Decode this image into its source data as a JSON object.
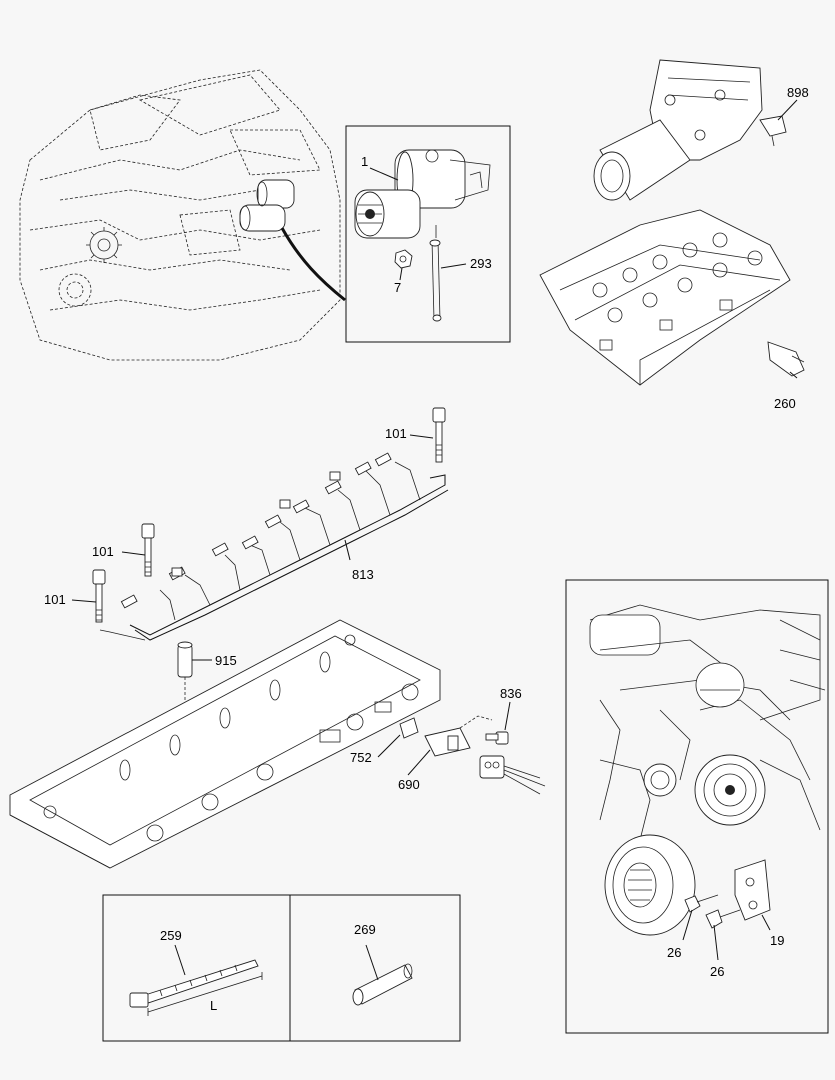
{
  "callouts": {
    "c1": "1",
    "c7": "7",
    "c293": "293",
    "c898": "898",
    "c260": "260",
    "c101a": "101",
    "c101b": "101",
    "c101c": "101",
    "c813": "813",
    "c915": "915",
    "c836": "836",
    "c752": "752",
    "c690": "690",
    "c259": "259",
    "c269": "269",
    "c26a": "26",
    "c26b": "26",
    "c19": "19",
    "dimL": "L"
  }
}
